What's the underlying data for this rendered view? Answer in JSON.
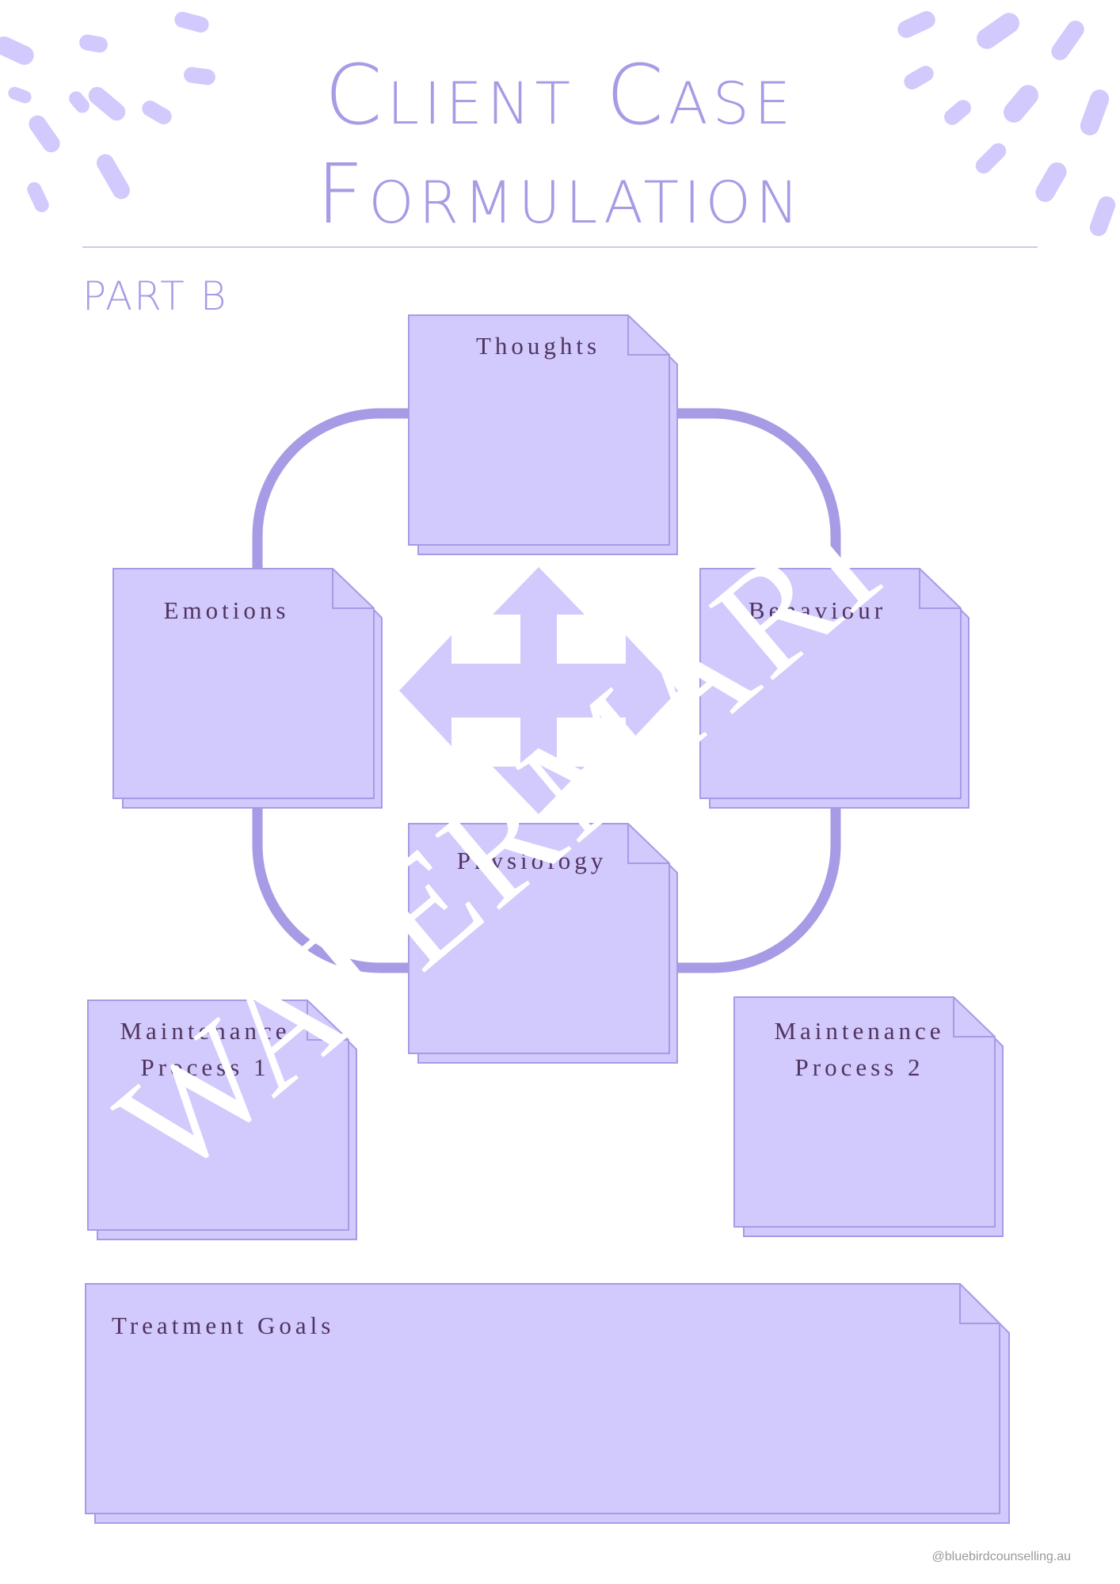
{
  "header": {
    "title_line1": "Client Case",
    "title_line2": "Formulation",
    "part": "PART B"
  },
  "cards": {
    "thoughts": "Thoughts",
    "emotions": "Emotions",
    "behaviour": "Behaviour",
    "physiology": "Physiology",
    "maintenance1_line1": "Maintenance",
    "maintenance1_line2": "Process 1",
    "maintenance2_line1": "Maintenance",
    "maintenance2_line2": "Process 2",
    "treatment_goals": "Treatment Goals"
  },
  "watermark": "WATERMARK",
  "footer": {
    "handle": "@bluebirdcounselling.au"
  },
  "colors": {
    "accent": "#a79be6",
    "card_fill": "#d2c9fc",
    "card_border": "#a79be6",
    "label_text": "#503460",
    "cycle_stroke": "#a79be6"
  },
  "icons": {
    "center": "four-way-arrow-icon"
  }
}
